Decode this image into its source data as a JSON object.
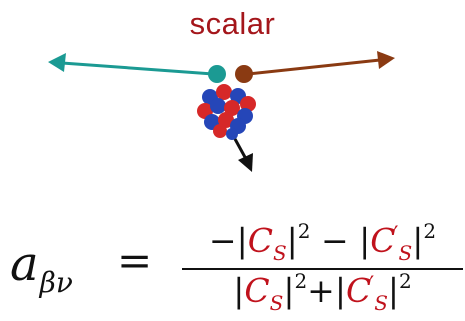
{
  "title": "scalar",
  "colors": {
    "title": "#a4161b",
    "left_arrow": "#1b9a93",
    "right_arrow": "#8a3a12",
    "nucleus_recoil_arrow": "#111111",
    "proton": "#d62828",
    "neutron": "#2546b8",
    "coefficient": "#c0121c",
    "formula_text": "#111111"
  },
  "formula": {
    "lhs_symbol": "a",
    "lhs_subscript": "βν",
    "equals": "=",
    "numerator": {
      "lead": "−|",
      "c_symbol": "C",
      "c_sub": "S",
      "close1": "|",
      "exp1": "2",
      "minus": " − |",
      "cp_symbol": "C",
      "cp_prime": "′",
      "cp_sub": "S",
      "close2": "|",
      "exp2": "2"
    },
    "denominator": {
      "open1": "|",
      "c_symbol": "C",
      "c_sub": "S",
      "close1": "|",
      "exp1": "2",
      "plus": "+|",
      "cp_symbol": "C",
      "cp_prime": "′",
      "cp_sub": "S",
      "close2": "|",
      "exp2": "2"
    }
  },
  "icons": {
    "left_particle": "electron-dot-icon",
    "right_particle": "neutrino-dot-icon",
    "nucleus": "nucleus-icon",
    "recoil": "recoil-arrow-icon"
  }
}
